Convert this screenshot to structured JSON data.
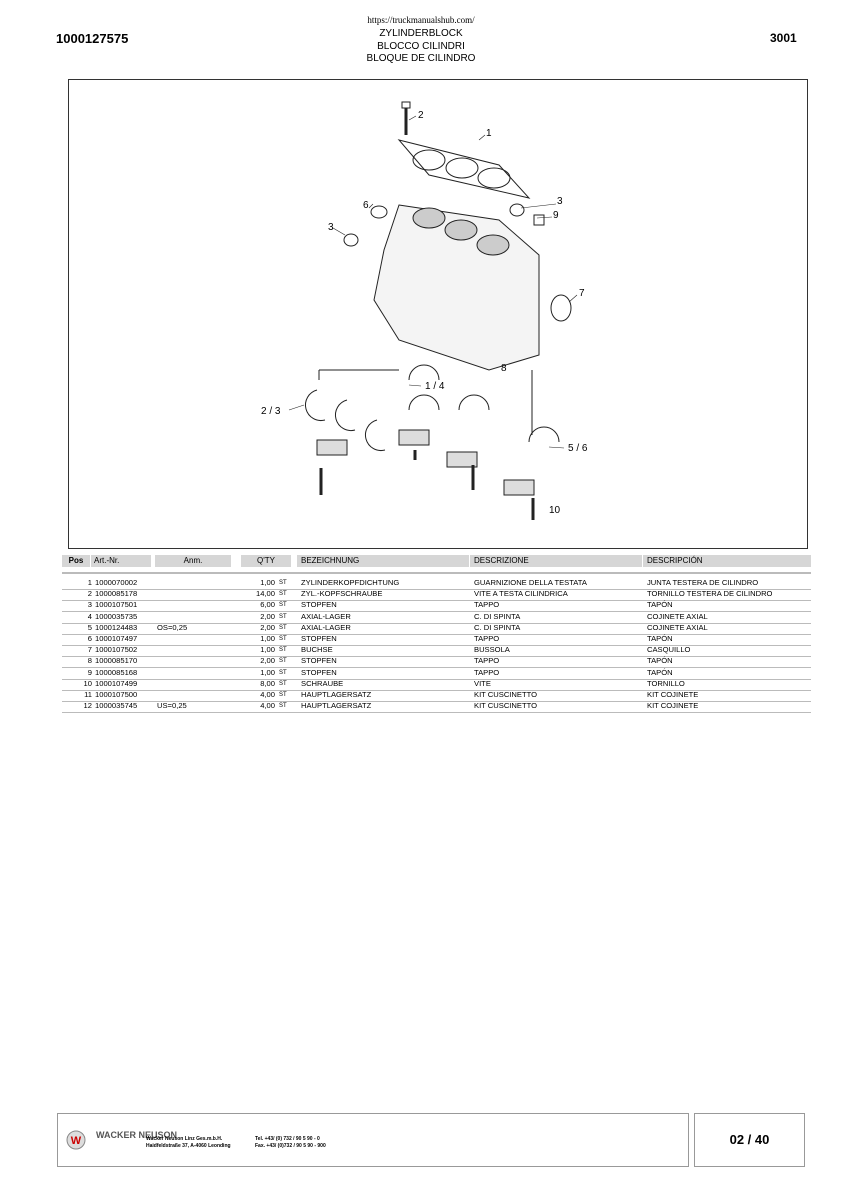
{
  "header": {
    "url": "https://truckmanualshub.com/",
    "doc_number": "1000127575",
    "section": "3001",
    "titles": [
      "ZYLINDERBLOCK",
      "BLOCCO CILINDRI",
      "BLOQUE DE CILINDRO"
    ]
  },
  "diagram": {
    "callouts": [
      "2",
      "1",
      "6",
      "3",
      "9",
      "3",
      "7",
      "8",
      "1 / 4",
      "2 / 3",
      "5 / 6",
      "10"
    ]
  },
  "table": {
    "headers": {
      "pos": "Pos",
      "art": "Art.-Nr.",
      "anm": "Anm.",
      "qty": "Q'TY",
      "bez": "BEZEICHNUNG",
      "desc": "DESCRIZIONE",
      "dsp": "DESCRIPCIÓN"
    },
    "rows": [
      {
        "pos": "1",
        "art": "1000070002",
        "anm": "",
        "qty": "1,00",
        "unit": "ST",
        "bez": "ZYLINDERKOPFDICHTUNG",
        "desc": "GUARNIZIONE DELLA TESTATA",
        "dsp": "JUNTA TESTERA DE CILINDRO"
      },
      {
        "pos": "2",
        "art": "1000085178",
        "anm": "",
        "qty": "14,00",
        "unit": "ST",
        "bez": "ZYL.-KOPFSCHRAUBE",
        "desc": "VITE A TESTA CILINDRICA",
        "dsp": "TORNILLO TESTERA DE CILINDRO"
      },
      {
        "pos": "3",
        "art": "1000107501",
        "anm": "",
        "qty": "6,00",
        "unit": "ST",
        "bez": "STOPFEN",
        "desc": "TAPPO",
        "dsp": "TAPÓN"
      },
      {
        "pos": "4",
        "art": "1000035735",
        "anm": "",
        "qty": "2,00",
        "unit": "ST",
        "bez": "AXIAL-LAGER",
        "desc": "C. DI SPINTA",
        "dsp": "COJINETE AXIAL"
      },
      {
        "pos": "5",
        "art": "1000124483",
        "anm": "OS=0,25",
        "qty": "2,00",
        "unit": "ST",
        "bez": "AXIAL-LAGER",
        "desc": "C. DI SPINTA",
        "dsp": "COJINETE AXIAL"
      },
      {
        "pos": "6",
        "art": "1000107497",
        "anm": "",
        "qty": "1,00",
        "unit": "ST",
        "bez": "STOPFEN",
        "desc": "TAPPO",
        "dsp": "TAPÓN"
      },
      {
        "pos": "7",
        "art": "1000107502",
        "anm": "",
        "qty": "1,00",
        "unit": "ST",
        "bez": "BUCHSE",
        "desc": "BUSSOLA",
        "dsp": "CASQUILLO"
      },
      {
        "pos": "8",
        "art": "1000085170",
        "anm": "",
        "qty": "2,00",
        "unit": "ST",
        "bez": "STOPFEN",
        "desc": "TAPPO",
        "dsp": "TAPÓN"
      },
      {
        "pos": "9",
        "art": "1000085168",
        "anm": "",
        "qty": "1,00",
        "unit": "ST",
        "bez": "STOPFEN",
        "desc": "TAPPO",
        "dsp": "TAPÓN"
      },
      {
        "pos": "10",
        "art": "1000107499",
        "anm": "",
        "qty": "8,00",
        "unit": "ST",
        "bez": "SCHRAUBE",
        "desc": "VITE",
        "dsp": "TORNILLO"
      },
      {
        "pos": "11",
        "art": "1000107500",
        "anm": "",
        "qty": "4,00",
        "unit": "ST",
        "bez": "HAUPTLAGERSATZ",
        "desc": "KIT CUSCINETTO",
        "dsp": "KIT COJINETE"
      },
      {
        "pos": "12",
        "art": "1000035745",
        "anm": "US=0,25",
        "qty": "4,00",
        "unit": "ST",
        "bez": "HAUPTLAGERSATZ",
        "desc": "KIT CUSCINETTO",
        "dsp": "KIT COJINETE"
      }
    ]
  },
  "footer": {
    "logo_text": "WACKER NEUSON",
    "company": "Wacker Neuson Linz Ges.m.b.H.",
    "address": "Haidfeldstraße 37, A-4060 Leonding",
    "tel": "Tel. +43/ (0) 732 / 90 5 90 - 0",
    "fax": "Fax. +43/ (0)732 / 90 5 90 - 900",
    "page": "02 / 40"
  }
}
